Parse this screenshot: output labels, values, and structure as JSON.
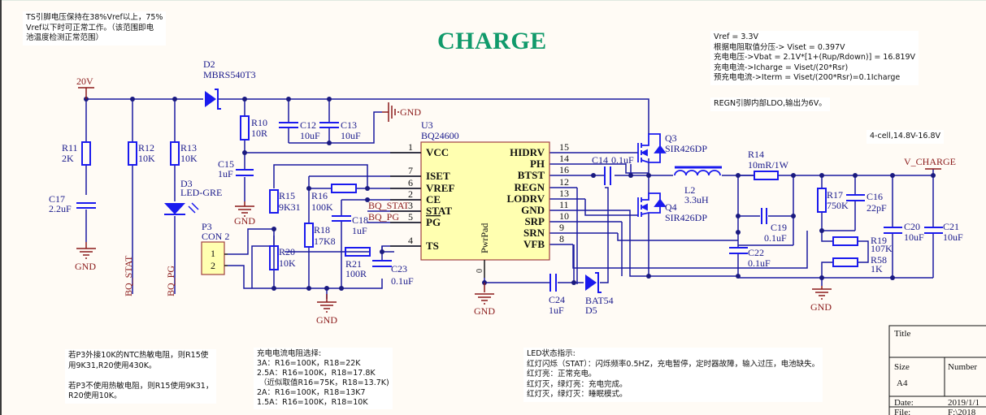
{
  "title": "CHARGE",
  "notes": {
    "ts_note": "TS引脚电压保持在38%Vref以上，75%\nVref以下时可正常工作。（该范围即电\n池温度检测正常范围）",
    "formula_note": "Vref = 3.3V\n根据电阻取值分压-> Viset = 0.397V\n充电电压->Vbat = 2.1V*[1+(Rup/Rdown)] = 16.819V\n充电电流->Icharge = Viset/(20*Rsr)\n预充电电流->Iterm = Viset/(200*Rsr)=0.1Icharge",
    "regn_note": "REGN引脚内部LDO,输出为6V。",
    "cell_note": "4-cell,14.8V-16.8V",
    "ntc_note": "若P3外接10K的NTC热敏电阻，则R15使\n用9K31,R20使用430K。\n\n若P3不使用热敏电阻，则R15使用9K31，\nR20使用10K。",
    "current_note": "充电电流电阻选择:\n3A：R16=100K，R18=22K\n2.5A：R16=100K，R18=17.8K\n （近似取值R16=75K，R18=13.7K)\n2A：R16=100K，R18=13K7\n1.5A：R16=100K，R18=10K",
    "led_note": "LED状态指示:\n红灯闪烁（STAT）：闪烁频率0.5HZ，充电暂停，定时器故障，输入过压，电池缺失。\n红灯亮：正常充电。\n红灯灭，绿灯亮：充电完成。\n红灯灭，绿灯灭：睡眠模式。"
  },
  "nets": {
    "vin": "20V",
    "gnd": "GND",
    "vcharge": "V_CHARGE",
    "bq_stat": "BQ_STAT",
    "bq_pg": "BQ_PG"
  },
  "components": {
    "D2": {
      "ref": "D2",
      "value": "MBRS540T3"
    },
    "R10": {
      "ref": "R10",
      "value": "10R"
    },
    "C12": {
      "ref": "C12",
      "value": "10uF"
    },
    "C13": {
      "ref": "C13",
      "value": "10uF"
    },
    "C15": {
      "ref": "C15",
      "value": "1uF"
    },
    "R11": {
      "ref": "R11",
      "value": "2K"
    },
    "R12": {
      "ref": "R12",
      "value": "10K"
    },
    "R13": {
      "ref": "R13",
      "value": "10K"
    },
    "C17": {
      "ref": "C17",
      "value": "2.2uF"
    },
    "D3": {
      "ref": "D3",
      "value": "LED-GRE"
    },
    "P3": {
      "ref": "P3",
      "value": "CON 2",
      "pins": [
        "1",
        "2"
      ]
    },
    "R15": {
      "ref": "R15",
      "value": "9K31"
    },
    "R16": {
      "ref": "R16",
      "value": "100K"
    },
    "R18": {
      "ref": "R18",
      "value": "17K8"
    },
    "R20": {
      "ref": "R20",
      "value": "10K"
    },
    "R21": {
      "ref": "R21",
      "value": "100R"
    },
    "C18": {
      "ref": "C18",
      "value": "1uF"
    },
    "C23": {
      "ref": "C23",
      "value": "0.1uF"
    },
    "U3": {
      "ref": "U3",
      "value": "BQ24600",
      "center": "PwrPad",
      "pad_pin": "0"
    },
    "Q3": {
      "ref": "Q3",
      "value": "SIR426DP"
    },
    "Q4": {
      "ref": "Q4",
      "value": "SIR426DP"
    },
    "C14": {
      "ref": "C14",
      "value": "0.1uF"
    },
    "L2": {
      "ref": "L2",
      "value": "3.3uH"
    },
    "R14": {
      "ref": "R14",
      "value": "10mR/1W"
    },
    "C19": {
      "ref": "C19",
      "value": "0.1uF"
    },
    "C22": {
      "ref": "C22",
      "value": "0.1uF"
    },
    "R17": {
      "ref": "R17",
      "value": "750K"
    },
    "C16": {
      "ref": "C16",
      "value": "22pF"
    },
    "R19": {
      "ref": "R19",
      "value": "107K"
    },
    "R58": {
      "ref": "R58",
      "value": "1K"
    },
    "C20": {
      "ref": "C20",
      "value": "10uF"
    },
    "C21": {
      "ref": "C21",
      "value": "10uF"
    },
    "C24": {
      "ref": "C24",
      "value": "1uF"
    },
    "D5": {
      "ref": "D5",
      "value": "BAT54"
    }
  },
  "u3_left_pins": [
    {
      "num": "1",
      "name": "VCC"
    },
    {
      "num": "7",
      "name": "ISET"
    },
    {
      "num": "6",
      "name": "VREF"
    },
    {
      "num": "2",
      "name": "CE"
    },
    {
      "num": "3",
      "name": "STAT"
    },
    {
      "num": "5",
      "name": "PG"
    },
    {
      "num": "4",
      "name": "TS"
    }
  ],
  "u3_right_pins": [
    {
      "num": "15",
      "name": "HIDRV"
    },
    {
      "num": "14",
      "name": "PH"
    },
    {
      "num": "16",
      "name": "BTST"
    },
    {
      "num": "12",
      "name": "REGN"
    },
    {
      "num": "13",
      "name": "LODRV"
    },
    {
      "num": "11",
      "name": "GND"
    },
    {
      "num": "10",
      "name": "SRP"
    },
    {
      "num": "9",
      "name": "SRN"
    },
    {
      "num": "8",
      "name": "VFB"
    }
  ],
  "title_block": {
    "title_label": "Title",
    "size_label": "Size",
    "size_value": "A4",
    "number_label": "Number",
    "date_label": "Date:",
    "date_value": "2019/1/1",
    "file_label": "File:",
    "file_value": "F:\\2018"
  }
}
